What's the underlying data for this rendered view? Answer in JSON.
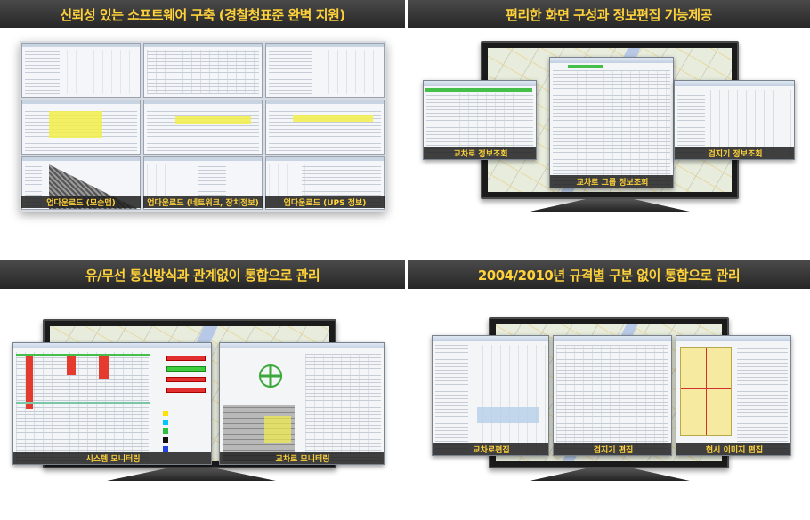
{
  "panels": [
    {
      "title": "신뢰성 있는 소프트웨어 구축 (경찰청표준 완벽 지원)",
      "captions": [
        "업다운로드 (모순맵)",
        "업다운로드 (네트워크, 장치정보)",
        "업다운로드 (UPS 정보)"
      ]
    },
    {
      "title": "편리한 화면 구성과 정보편집 기능제공",
      "captions": [
        "교차로 정보조회",
        "교차로 그룹 정보조회",
        "검지기 정보조회"
      ]
    },
    {
      "title": "유/무선 통신방식과 관계없이 통합으로 관리",
      "captions": [
        "시스템 모니터링",
        "교차로 모니터링"
      ]
    },
    {
      "title": "2004/2010년 규격별 구분 없이 통합으로 관리",
      "captions": [
        "교차로편집",
        "검지기 편집",
        "현시 이미지 편집"
      ]
    }
  ],
  "colors": {
    "banner_text": "#ffd23a",
    "alarm_red": "#e53b2e",
    "ok_green": "#3dcc3d"
  }
}
